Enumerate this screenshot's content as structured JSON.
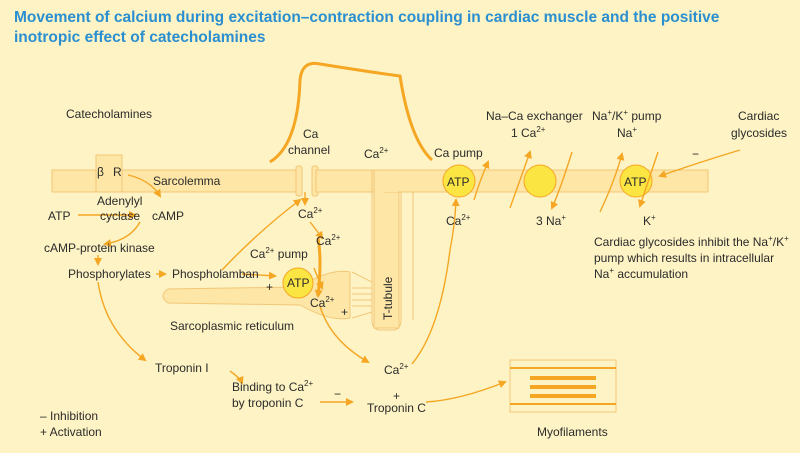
{
  "title": "Movement of calcium during excitation–contraction coupling in cardiac muscle and the positive inotropic effect of catecholamines",
  "colors": {
    "membrane": "#fde6a6",
    "membrane_edge": "#f2c777",
    "arrow": "#f5a623",
    "pump": "#fbe543",
    "pump_edge": "#f5a623",
    "text": "#2b2b2b",
    "title": "#2a8fd0"
  },
  "labels": {
    "catecholamines": "Catecholamines",
    "beta": "β",
    "receptor": "R",
    "sarcolemma": "Sarcolemma",
    "atp_left": "ATP",
    "adenylyl": "Adenylyl",
    "cyclase": "cyclase",
    "camp": "cAMP",
    "camp_kinase": "cAMP-protein kinase",
    "phosphorylates": "Phosphorylates",
    "phospholamban": "Phospholamban",
    "ca_pump_sr": "Ca",
    "ca_pump_sr_sup": "2+",
    "ca_pump_sr_tail": " pump",
    "plus": "+",
    "minus": "−",
    "atp": "ATP",
    "sr": "Sarcoplasmic reticulum",
    "ca_channel_1": "Ca",
    "ca_channel_2": "channel",
    "ca": "Ca",
    "sup2": "2+",
    "t_tubule": "T-tubule",
    "ca_pump": "Ca pump",
    "naca_1": "Na–Ca exchanger",
    "naca_2": "1 Ca",
    "three_na": "3 Na",
    "sup_plus": "+",
    "nak_1": "Na",
    "nak_1b": "/K",
    "nak_1c": " pump",
    "nak_2": "Na",
    "cardiac": "Cardiac",
    "glycosides": "glycosides",
    "k": "K",
    "gly_note_1": "Cardiac glycosides inhibit the Na",
    "gly_note_1b": "/K",
    "gly_note_2": "pump which results in intracellular",
    "gly_note_3": "accumulation",
    "troponin_i": "Troponin I",
    "binding_1": "Binding to Ca",
    "binding_2": "by troponin C",
    "troponin_c": "Troponin C",
    "myofilaments": "Myofilaments",
    "inhibition": "– Inhibition",
    "activation": "+ Activation"
  }
}
